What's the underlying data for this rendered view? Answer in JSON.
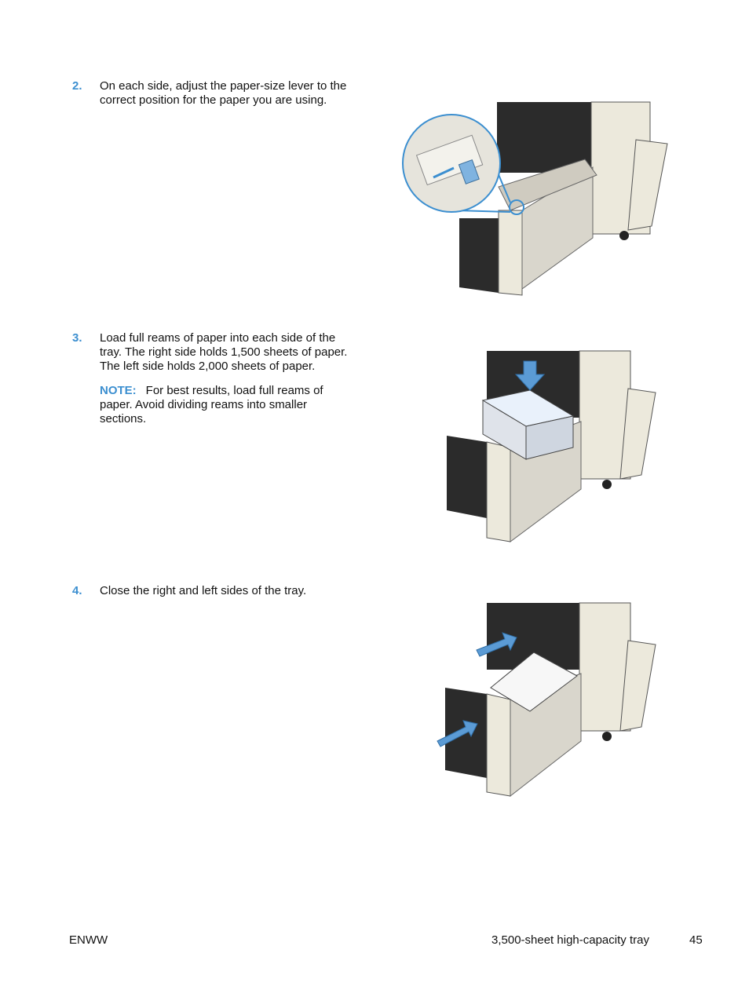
{
  "steps": [
    {
      "number": "2.",
      "text": "On each side, adjust the paper-size lever to the correct position for the paper you are using."
    },
    {
      "number": "3.",
      "text": "Load full reams of paper into each side of the tray. The right side holds 1,500 sheets of paper. The left side holds 2,000 sheets of paper.",
      "note_label": "NOTE:",
      "note_text": "For best results, load full reams of paper. Avoid dividing reams into smaller sections."
    },
    {
      "number": "4.",
      "text": "Close the right and left sides of the tray."
    }
  ],
  "footer": {
    "left": "ENWW",
    "section": "3,500-sheet high-capacity tray",
    "page": "45"
  },
  "colors": {
    "accent": "#3c8fd0",
    "printer_dark": "#2b2b2b",
    "printer_light": "#ece9dc"
  }
}
